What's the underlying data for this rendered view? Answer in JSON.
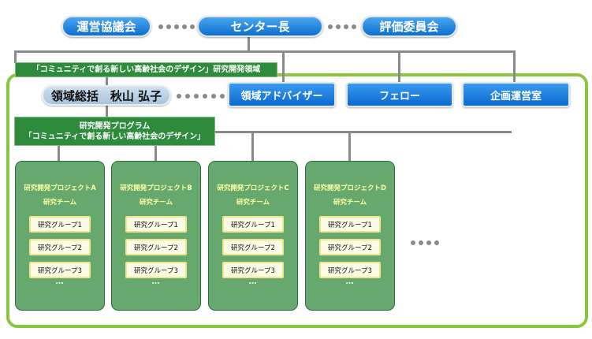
{
  "top": {
    "council": "運営協議会",
    "director": "センター長",
    "evaluation": "評価委員会"
  },
  "area": {
    "label": "「コミュニティで創る新しい高齢社会のデザイン」研究開発領域",
    "supervisor": "領域総括　秋山 弘子",
    "advisor": "領域アドバイザー",
    "fellow": "フェロー",
    "planning": "企画運営室"
  },
  "program": {
    "line1": "研究開発プログラム",
    "line2": "「コミュニティで創る新しい高齢社会のデザイン」"
  },
  "projects": [
    {
      "title": "研究開発プロジェクトA",
      "team": "研究チーム",
      "groups": [
        "研究グループ1",
        "研究グループ2",
        "研究グループ3"
      ],
      "more": "…"
    },
    {
      "title": "研究開発プロジェクトB",
      "team": "研究チーム",
      "groups": [
        "研究グループ1",
        "研究グループ2",
        "研究グループ3"
      ],
      "more": "…"
    },
    {
      "title": "研究開発プロジェクトC",
      "team": "研究チーム",
      "groups": [
        "研究グループ1",
        "研究グループ2",
        "研究グループ3"
      ],
      "more": "…"
    },
    {
      "title": "研究開発プロジェクトD",
      "team": "研究チーム",
      "groups": [
        "研究グループ1",
        "研究グループ2",
        "研究グループ3"
      ],
      "more": "…"
    }
  ],
  "colors": {
    "pill_blue": "#0b6fd0",
    "area_border": "#8cc63f",
    "label_green": "#2e8b3c",
    "project_green": "#66a86e",
    "group_fill": "#fbfae4",
    "connector": "#8a8a8a"
  }
}
